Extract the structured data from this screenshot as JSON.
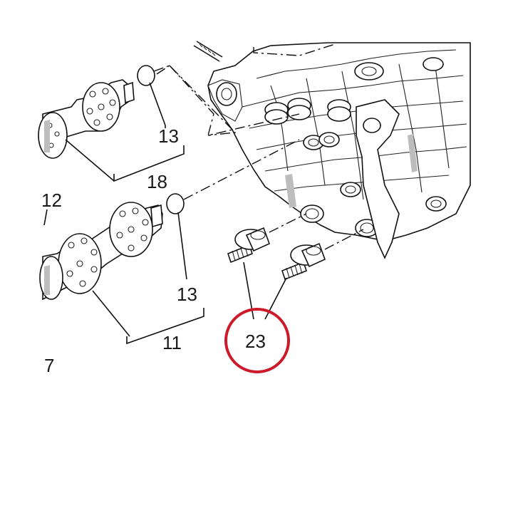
{
  "diagram": {
    "labels": {
      "l13a": "13",
      "l18": "18",
      "l12": "12",
      "l13b": "13",
      "l11": "11",
      "l23": "23",
      "l7": "7"
    },
    "highlight_color": "#cc1a2a",
    "line_color": "#111111",
    "icons": [
      "camshaft-part",
      "o-ring-part",
      "stud-bolt-part",
      "cylinder-head-part"
    ]
  }
}
